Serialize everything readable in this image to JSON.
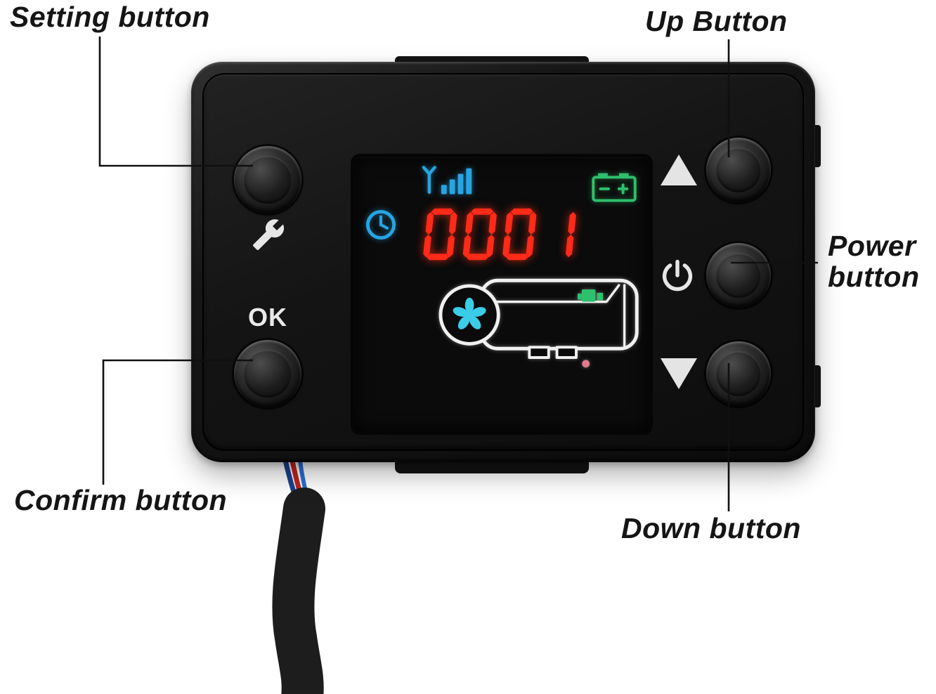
{
  "annotations": {
    "setting": "Setting button",
    "up": "Up Button",
    "power": [
      "Power",
      "button"
    ],
    "confirm": "Confirm button",
    "down": "Down button"
  },
  "device": {
    "ok_label": "OK",
    "display": {
      "value": "0001",
      "colors": {
        "digits": "#ff2a18",
        "signal": "#27a5e2",
        "battery": "#2fc06d",
        "clock": "#27a5e2",
        "fan": "#3bcce8",
        "outline": "#f0f0f0",
        "pump": "#2fc06d",
        "indicator": "#e07b90"
      },
      "icons": {
        "signal": "signal-bars-icon",
        "battery": "battery-icon",
        "clock": "clock-icon",
        "fan": "fan-icon",
        "heater": "heater-unit-outline",
        "pump": "fuel-pump-icon",
        "indicator": "status-dot"
      }
    },
    "printed_icons": {
      "setting": "wrench-icon",
      "up": "triangle-up-icon",
      "power": "power-icon",
      "down": "triangle-down-icon"
    }
  }
}
